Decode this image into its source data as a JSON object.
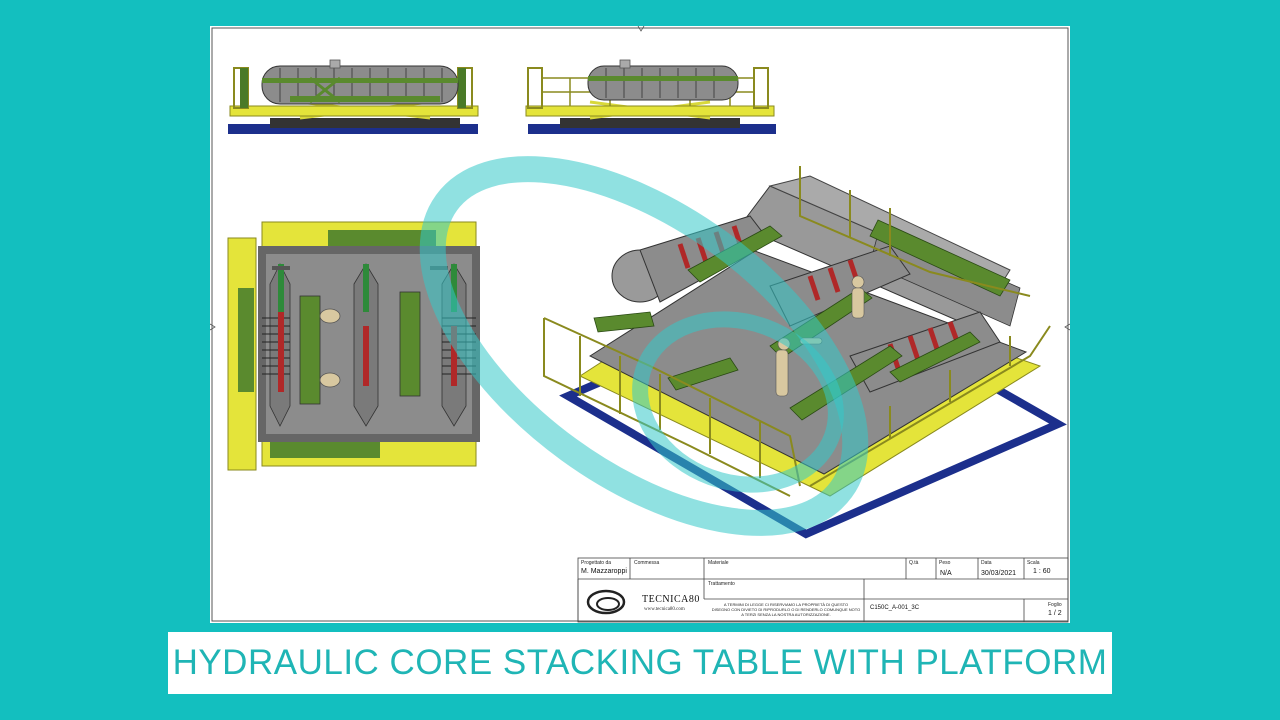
{
  "title": "HYDRAULIC CORE STACKING TABLE WITH PLATFORM",
  "title_block": {
    "designer_label": "Progettato da",
    "designer_value": "M. Mazzaroppi",
    "order_label": "Commessa",
    "material_label": "Materiale",
    "qty_label": "Q.tà",
    "weight_label": "Peso",
    "weight_value": "N/A",
    "date_label": "Data",
    "date_value": "30/03/2021",
    "scale_label": "Scala",
    "scale_value": "1 : 60",
    "treatment_label": "Trattamento",
    "notice_line1": "A TERMINI DI LEGGE CI RISERVIAMO LA PROPRIETÀ DI QUESTO",
    "notice_line2": "DISEGNO CON DIVIETO DI RIPRODURLO O DI RENDERLO COMUNQUE NOTO",
    "notice_line3": "A TERZI SENZA LA NOSTRA AUTORIZZAZIONE.",
    "drawing_code": "C150C_A-001_3C",
    "sheet_label": "Foglio",
    "sheet_value": "1 / 2",
    "company_name": "TECNICA80",
    "company_web": "www.tecnica80.com"
  },
  "colors": {
    "background": "#13bfbf",
    "title_text": "#1fb5b5",
    "yellow": "#e4e43a",
    "green": "#5a8a2e",
    "blue": "#1c2f8c",
    "red": "#b02828",
    "gray": "#8c8c8c"
  }
}
